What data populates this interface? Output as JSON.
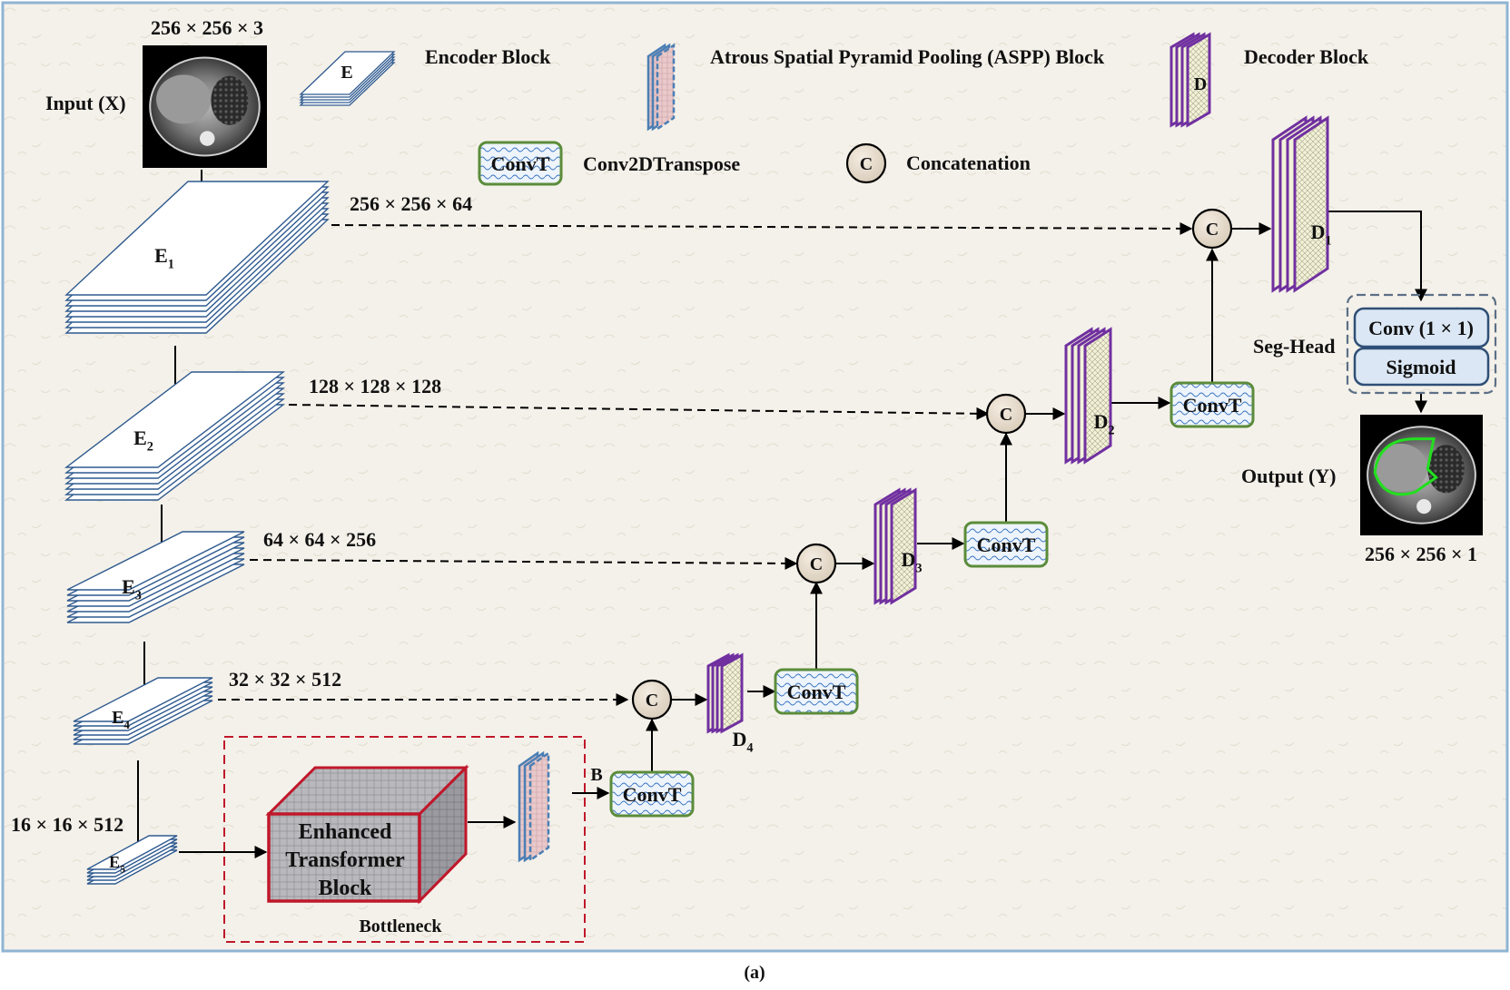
{
  "legend": {
    "encoder_letter": "E",
    "encoder_label": "Encoder Block",
    "aspp_label": "Atrous Spatial Pyramid Pooling (ASPP) Block",
    "decoder_letter": "D",
    "decoder_label": "Decoder Block",
    "convt_box": "ConvT",
    "convt_label": "Conv2DTranspose",
    "concat_letter": "C",
    "concat_label": "Concatenation"
  },
  "input": {
    "label": "Input (X)",
    "dims": "256 × 256 × 3"
  },
  "output": {
    "label": "Output (Y)",
    "dims": "256 × 256 × 1"
  },
  "encoders": [
    {
      "label": "E",
      "sub": "1",
      "dims": "256 × 256 × 64"
    },
    {
      "label": "E",
      "sub": "2",
      "dims": "128 × 128 × 128"
    },
    {
      "label": "E",
      "sub": "3",
      "dims": "64 × 64 × 256"
    },
    {
      "label": "E",
      "sub": "4",
      "dims": "32 × 32 × 512"
    },
    {
      "label": "E",
      "sub": "5",
      "dims": "16 × 16 × 512"
    }
  ],
  "decoders": [
    {
      "label": "D",
      "sub": "1"
    },
    {
      "label": "D",
      "sub": "2"
    },
    {
      "label": "D",
      "sub": "3"
    },
    {
      "label": "D",
      "sub": "4"
    }
  ],
  "convt_label": "ConvT",
  "concat_letter": "C",
  "bottleneck": {
    "block_line1": "Enhanced",
    "block_line2": "Transformer",
    "block_line3": "Block",
    "label": "Bottleneck",
    "b_label": "B"
  },
  "seg_head": {
    "label": "Seg-Head",
    "conv": "Conv (1 × 1)",
    "sigmoid": "Sigmoid"
  },
  "caption": "(a)",
  "colors": {
    "encoder_stroke": "#2f5a8f",
    "decoder_stroke": "#7030a0",
    "decoder_fill": "#f2f2d9",
    "convt_stroke": "#5b8c3a",
    "bottleneck_red": "#c0172a",
    "frame": "#8fb4d3",
    "background": "#f4f1ea"
  }
}
